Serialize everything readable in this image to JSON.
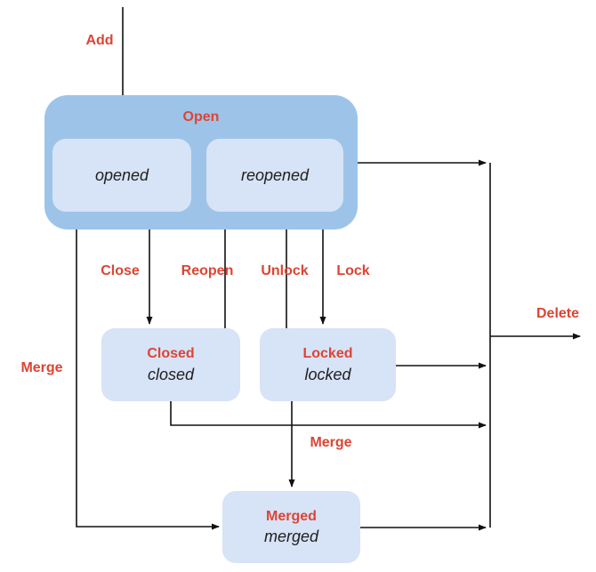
{
  "colors": {
    "container_fill": "#9dc4e8",
    "state_fill": "#d7e3f6",
    "label_red": "#dd4433",
    "line": "#111111",
    "ink": "#1f1f1f",
    "bg": "#ffffff"
  },
  "states": {
    "open": {
      "label": "Open",
      "substates": {
        "opened": "opened",
        "reopened": "reopened"
      }
    },
    "closed": {
      "label": "Closed",
      "state_name": "closed"
    },
    "locked": {
      "label": "Locked",
      "state_name": "locked"
    },
    "merged": {
      "label": "Merged",
      "state_name": "merged"
    }
  },
  "transitions": {
    "add": "Add",
    "close": "Close",
    "reopen": "Reopen",
    "unlock": "Unlock",
    "lock": "Lock",
    "merge_from_open": "Merge",
    "merge_from_locked": "Merge",
    "delete": "Delete"
  }
}
